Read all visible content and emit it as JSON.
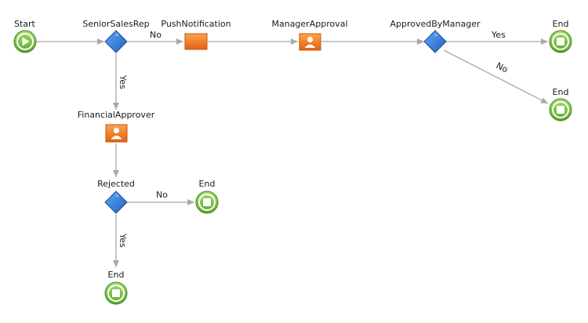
{
  "nodes": {
    "start": {
      "label": "Start",
      "icon": "play-icon"
    },
    "senior_sales_rep": {
      "label": "SeniorSalesRep",
      "icon": "decision-diamond-icon"
    },
    "push_notification": {
      "label": "PushNotification",
      "icon": "activity-box-icon"
    },
    "manager_approval": {
      "label": "ManagerApproval",
      "icon": "user-task-icon"
    },
    "approved_by_manager": {
      "label": "ApprovedByManager",
      "icon": "decision-diamond-icon"
    },
    "end_1": {
      "label": "End",
      "icon": "stop-icon"
    },
    "end_2": {
      "label": "End",
      "icon": "stop-icon"
    },
    "financial_approver": {
      "label": "FinancialApprover",
      "icon": "user-task-icon"
    },
    "rejected": {
      "label": "Rejected",
      "icon": "decision-diamond-icon"
    },
    "end_3": {
      "label": "End",
      "icon": "stop-icon"
    },
    "end_4": {
      "label": "End",
      "icon": "stop-icon"
    }
  },
  "edges": {
    "senior_no": "No",
    "senior_yes": "Yes",
    "approved_yes": "Yes",
    "approved_no": "No",
    "rejected_no": "No",
    "rejected_yes": "Yes"
  },
  "colors": {
    "start_fill": "#76c043",
    "end_fill": "#76c043",
    "diamond_fill": "#2f7ed8",
    "activity_fill": "#f47c20",
    "edge": "#a9a9a9"
  }
}
